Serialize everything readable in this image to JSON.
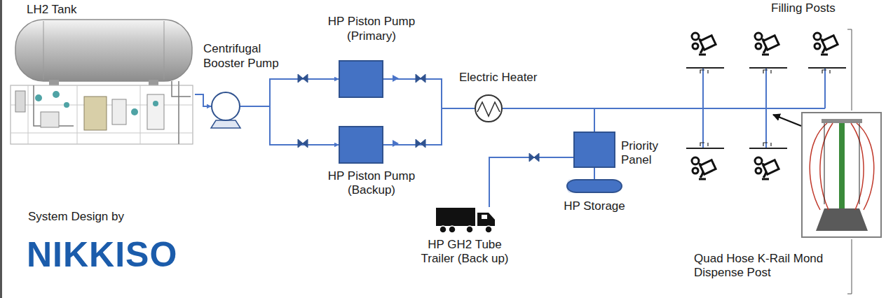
{
  "diagram": {
    "nodes": [
      {
        "text": [
          "LH2 Tank"
        ]
      },
      {
        "text": [
          "Centrifugal Booster Pump"
        ]
      },
      {
        "text": [
          "HP Piston Pump (Primary)"
        ]
      },
      {
        "text": [
          "HP Piston Pump (Backup)"
        ]
      },
      {
        "text": [
          "Electric Heater"
        ]
      },
      {
        "text": [
          "Priority Panel"
        ]
      },
      {
        "text": [
          "HP Storage"
        ]
      },
      {
        "text": [
          "HP GH2 Tube Trailer (Back up)"
        ]
      },
      {
        "text": [
          "Filling Posts"
        ]
      },
      {
        "text": [
          "Quad Hose K-Rail Mond Dispense Post"
        ]
      }
    ],
    "edges": [
      {
        "from": 0,
        "to": 1,
        "arrow": "to"
      },
      {
        "from": 1,
        "to": 2,
        "arrow": "to"
      },
      {
        "from": 1,
        "to": 3,
        "arrow": "to"
      },
      {
        "from": 2,
        "to": 4,
        "arrow": "none"
      },
      {
        "from": 3,
        "to": 4,
        "arrow": "none"
      },
      {
        "from": 4,
        "to": 8,
        "arrow": "none"
      },
      {
        "from": 4,
        "to": 5,
        "arrow": "none"
      },
      {
        "from": 5,
        "to": 8,
        "arrow": "none"
      },
      {
        "from": 7,
        "to": 5,
        "arrow": "none"
      },
      {
        "from": 5,
        "to": 6,
        "arrow": "none"
      },
      {
        "from": 9,
        "to": 8,
        "arrow": "to"
      }
    ],
    "labels": [
      "System Design by",
      "NIKKISO"
    ]
  }
}
